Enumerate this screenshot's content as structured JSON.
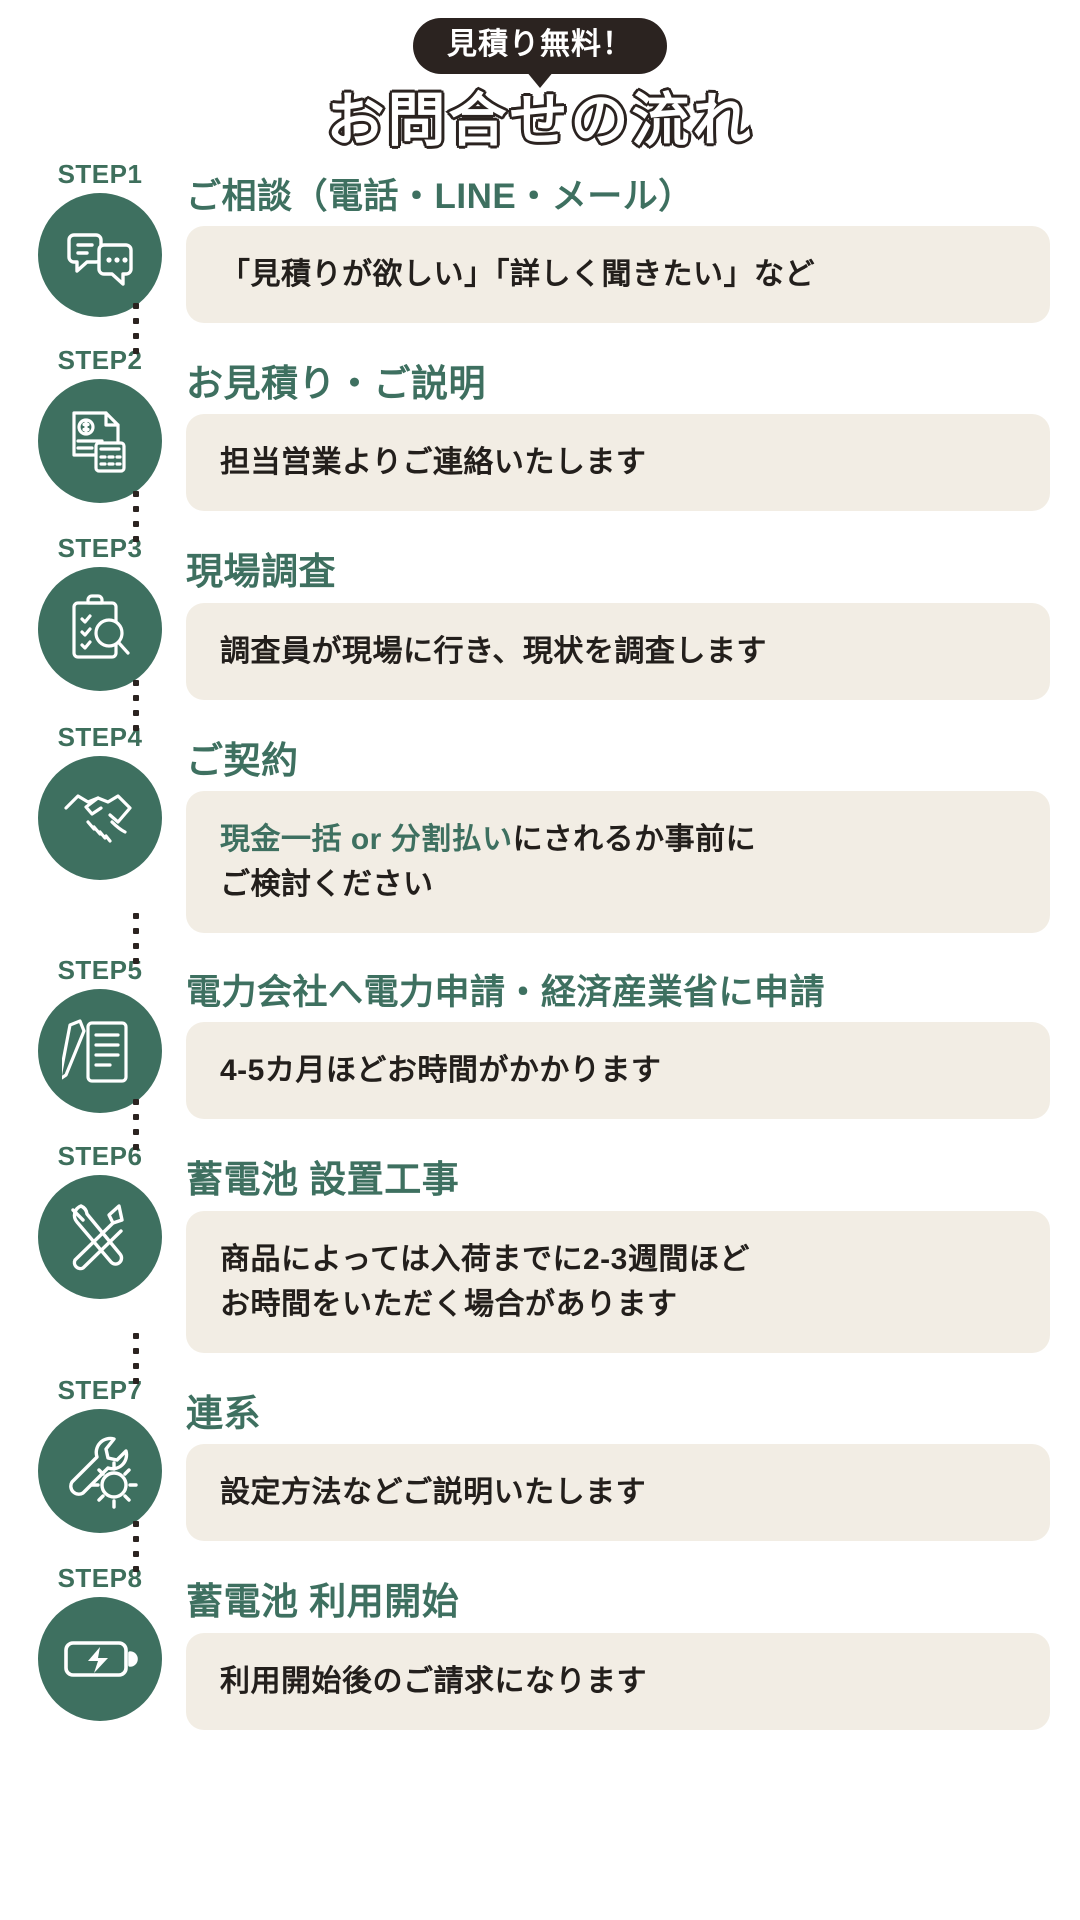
{
  "header": {
    "badge": "見積り無料！",
    "title": "お問合せの流れ"
  },
  "colors": {
    "green": "#3e7060",
    "green_text": "#3e6f5c",
    "dark": "#2b2320",
    "panel": "#f2ede4",
    "background": "#ffffff"
  },
  "steps": [
    {
      "label": "STEP1",
      "icon": "chat-bubbles-icon",
      "title": "ご相談（電話・LINE・メール）",
      "lines": [
        [
          {
            "text": "「見積りが欲しい」「詳しく聞きたい」など",
            "highlight": false
          }
        ]
      ]
    },
    {
      "label": "STEP2",
      "icon": "invoice-calculator-icon",
      "title": "お見積り・ご説明",
      "lines": [
        [
          {
            "text": "担当営業よりご連絡いたします",
            "highlight": false
          }
        ]
      ]
    },
    {
      "label": "STEP3",
      "icon": "clipboard-magnifier-icon",
      "title": "現場調査",
      "lines": [
        [
          {
            "text": "調査員が現場に行き、現状を調査します",
            "highlight": false
          }
        ]
      ]
    },
    {
      "label": "STEP4",
      "icon": "handshake-icon",
      "title": "ご契約",
      "lines": [
        [
          {
            "text": "現金一括 or 分割払い",
            "highlight": true
          },
          {
            "text": "にされるか事前に",
            "highlight": false
          }
        ],
        [
          {
            "text": "ご検討ください",
            "highlight": false
          }
        ]
      ]
    },
    {
      "label": "STEP5",
      "icon": "document-pen-icon",
      "title": "電力会社へ電力申請・経済産業省に申請",
      "lines": [
        [
          {
            "text": "4-5カ月ほどお時間がかかります",
            "highlight": false
          }
        ]
      ]
    },
    {
      "label": "STEP6",
      "icon": "hammer-wrench-icon",
      "title": "蓄電池 設置工事",
      "lines": [
        [
          {
            "text": "商品によっては入荷までに2-3週間ほど",
            "highlight": false
          }
        ],
        [
          {
            "text": "お時間をいただく場合があります",
            "highlight": false
          }
        ]
      ]
    },
    {
      "label": "STEP7",
      "icon": "wrench-gear-icon",
      "title": "連系",
      "lines": [
        [
          {
            "text": "設定方法などご説明いたします",
            "highlight": false
          }
        ]
      ]
    },
    {
      "label": "STEP8",
      "icon": "battery-bolt-icon",
      "title": "蓄電池 利用開始",
      "lines": [
        [
          {
            "text": "利用開始後のご請求になります",
            "highlight": false
          }
        ]
      ]
    }
  ]
}
